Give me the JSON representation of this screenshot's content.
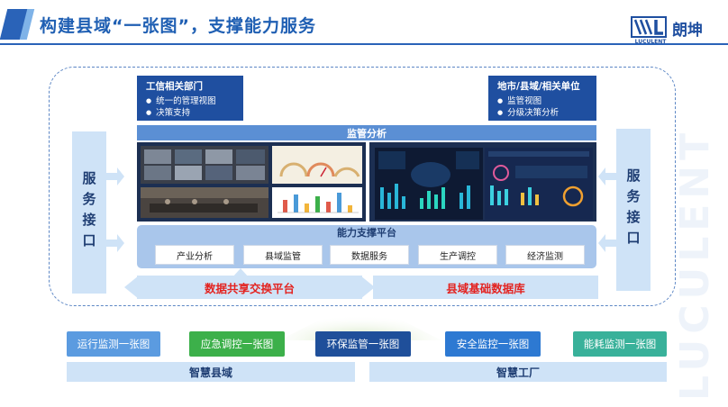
{
  "header": {
    "title": "构建县域“一张图”，支撑能力服务",
    "logo_name": "朗坤",
    "logo_subtext": "LUCULENT",
    "watermark": "LUCULENT"
  },
  "service_left": "服务接口",
  "service_right": "服务接口",
  "dept_left": {
    "title": "工信相关部门",
    "items": [
      "统一的管理视图",
      "决策支持"
    ]
  },
  "dept_right": {
    "title": "地市/县域/相关单位",
    "items": [
      "监管视图",
      "分级决策分析"
    ]
  },
  "supervision": {
    "label": "监管分析"
  },
  "platform": {
    "label": "能力支撑平台",
    "modules": [
      "产业分析",
      "县域监管",
      "数据服务",
      "生产调控",
      "经济监测"
    ]
  },
  "exchange": {
    "label": "数据共享交换平台"
  },
  "database": {
    "label": "县域基础数据库"
  },
  "maps": [
    {
      "label": "运行监测一张图",
      "color": "#5b9be0"
    },
    {
      "label": "应急调控一张图",
      "color": "#3cb04a"
    },
    {
      "label": "环保监管一张图",
      "color": "#1f4f9a"
    },
    {
      "label": "安全监控一张图",
      "color": "#2d79d2"
    },
    {
      "label": "能耗监测一张图",
      "color": "#39b19a"
    }
  ],
  "bottom": {
    "left": "智慧县域",
    "right": "智慧工厂"
  },
  "colors": {
    "primary_blue": "#1f4fa0",
    "title_blue": "#1f5fb3",
    "light_blue": "#cfe3f7",
    "highlight_red": "#e32320"
  }
}
